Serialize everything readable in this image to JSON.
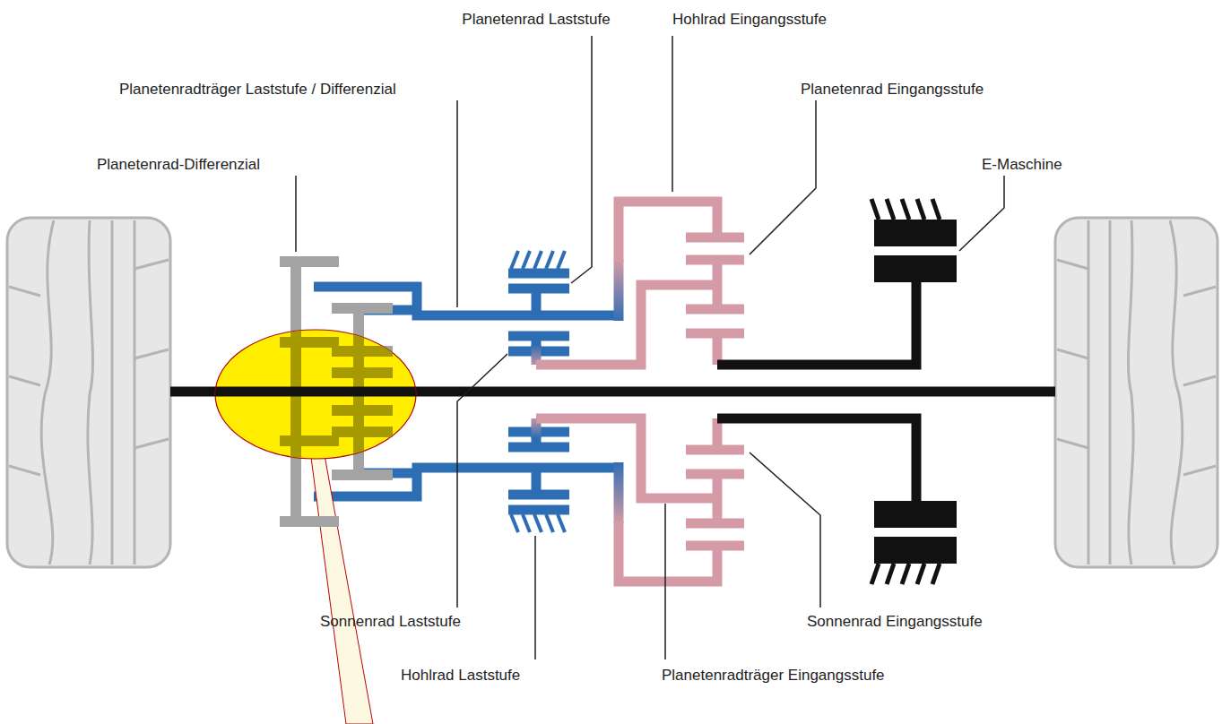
{
  "diagram": {
    "labels": [
      "Planetenrad Laststufe",
      "Hohlrad Eingangsstufe",
      "Planetenradträger Laststufe / Differenzial",
      "Planetenrad Eingangsstufe",
      "Planetenrad-Differenzial",
      "E-Maschine",
      "Sonnenrad Laststufe",
      "Sonnenrad Eingangsstufe",
      "Hohlrad Laststufe",
      "Planetenradträger Eingangsstufe"
    ]
  }
}
